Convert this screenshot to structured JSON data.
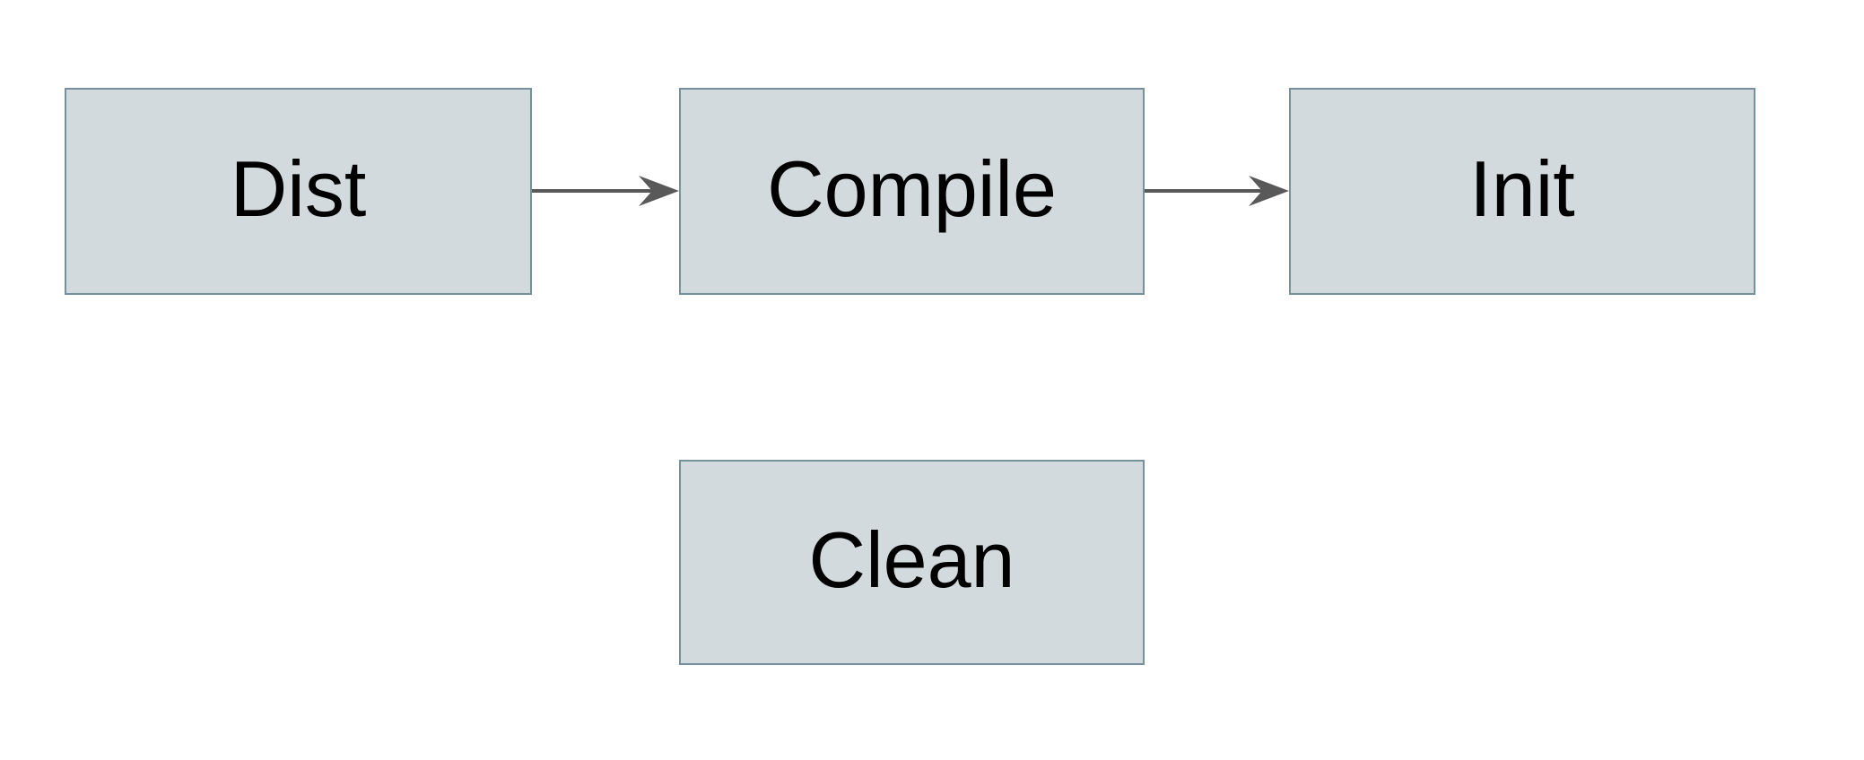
{
  "diagram": {
    "type": "flowchart",
    "nodes": [
      {
        "id": "dist",
        "label": "Dist"
      },
      {
        "id": "compile",
        "label": "Compile"
      },
      {
        "id": "init",
        "label": "Init"
      },
      {
        "id": "clean",
        "label": "Clean"
      }
    ],
    "edges": [
      {
        "from": "Dist",
        "to": "Compile",
        "style": "solid-arrow"
      },
      {
        "from": "Compile",
        "to": "Init",
        "style": "solid-arrow"
      }
    ],
    "colors": {
      "background": "#ffffff",
      "node_fill": "#d2dadd",
      "node_border": "#78909c",
      "node_text": "#000000",
      "arrow": "#595959"
    }
  }
}
